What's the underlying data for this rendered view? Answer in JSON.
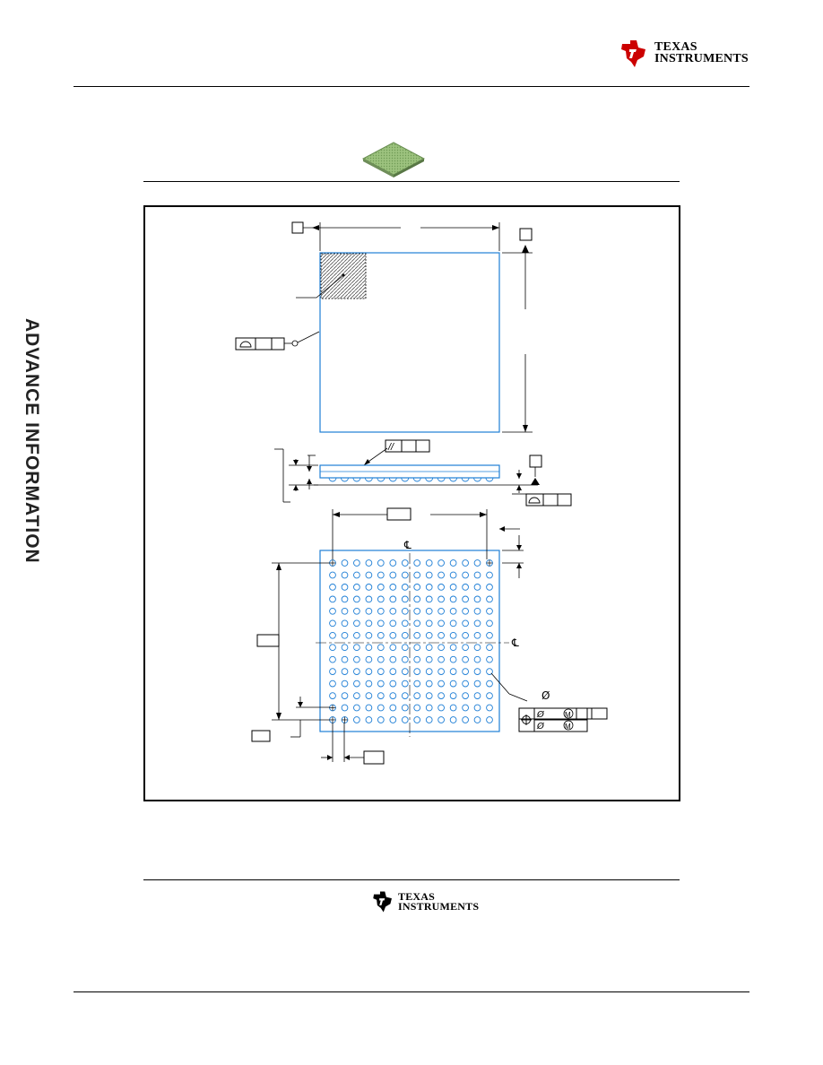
{
  "header": {
    "logo": {
      "line1": "TEXAS",
      "line2": "INSTRUMENTS",
      "brand_color": "#cc0000",
      "icon": "ti-state-icon"
    }
  },
  "side_label": "ADVANCE INFORMATION",
  "package_thumbnail": {
    "icon": "bga-package-icon",
    "color": "#8fb873"
  },
  "drawing": {
    "symbols": {
      "centerline": "℄",
      "diameter": "Ø",
      "position": "⌖",
      "parallelism": "//",
      "mmc": "M"
    }
  },
  "footer": {
    "logo": {
      "line1": "TEXAS",
      "line2": "INSTRUMENTS",
      "brand_color": "#000000",
      "icon": "ti-state-icon"
    }
  },
  "colors": {
    "outline": "#1f7fd6",
    "ink": "#000000"
  }
}
